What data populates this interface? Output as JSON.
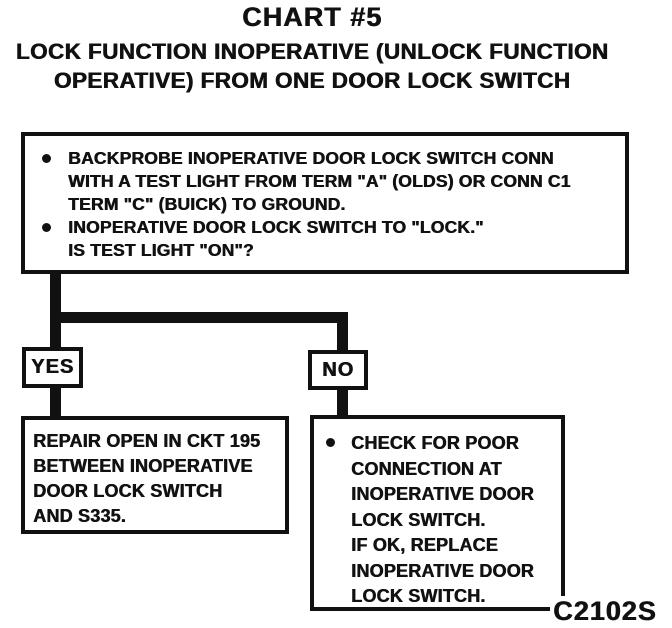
{
  "page": {
    "title": "CHART #5",
    "subtitle": "LOCK FUNCTION INOPERATIVE (UNLOCK FUNCTION\nOPERATIVE) FROM ONE DOOR LOCK SWITCH",
    "figure_code": "C2102S"
  },
  "flowchart": {
    "decision_box": {
      "bullets": [
        {
          "text": "BACKPROBE INOPERATIVE DOOR LOCK SWITCH CONN\nWITH A TEST LIGHT FROM TERM \"A\" (OLDS) OR CONN C1\nTERM \"C\" (BUICK) TO GROUND."
        },
        {
          "text": "INOPERATIVE DOOR LOCK SWITCH TO \"LOCK.\"\nIS TEST LIGHT \"ON\"?"
        }
      ]
    },
    "branches": {
      "yes_label": "YES",
      "no_label": "NO"
    },
    "yes_result": {
      "text": "REPAIR OPEN IN CKT 195\nBETWEEN INOPERATIVE\nDOOR LOCK SWITCH\nAND S335."
    },
    "no_result": {
      "text": "CHECK FOR POOR\nCONNECTION AT\nINOPERATIVE DOOR\nLOCK SWITCH.\nIF OK, REPLACE\nINOPERATIVE DOOR\nLOCK SWITCH."
    }
  },
  "colors": {
    "ink": "#111111",
    "paper": "#ffffff"
  }
}
